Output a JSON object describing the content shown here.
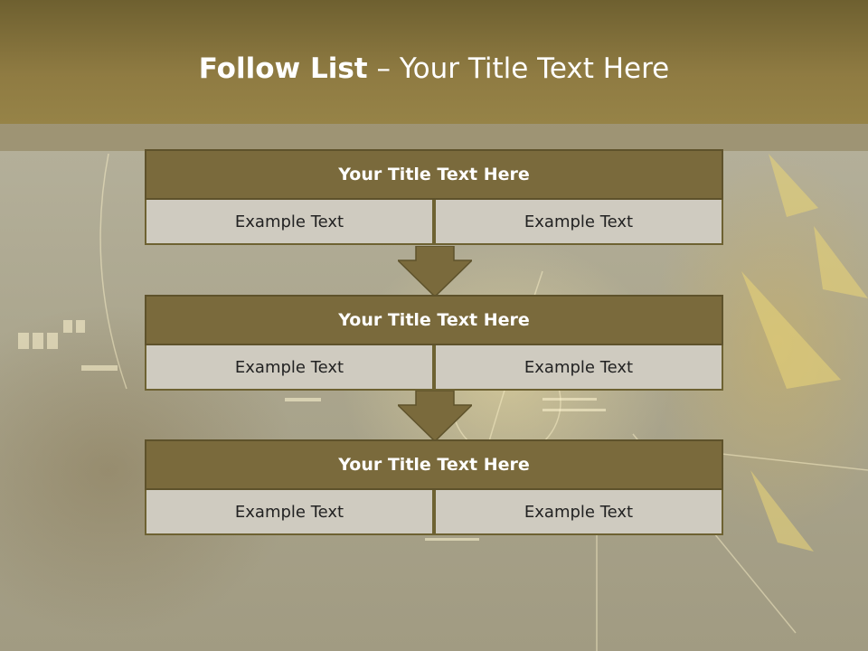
{
  "slide": {
    "title_bold": "Follow List",
    "title_rest": " – Your Title Text Here"
  },
  "steps": [
    {
      "title": "Your Title Text Here",
      "left": "Example Text",
      "right": "Example Text"
    },
    {
      "title": "Your Title Text Here",
      "left": "Example Text",
      "right": "Example Text"
    },
    {
      "title": "Your Title Text Here",
      "left": "Example Text",
      "right": "Example Text"
    }
  ],
  "colors": {
    "header": "#8f7b42",
    "box_title": "#7a6a3c",
    "box_cell": "#cfcbc0",
    "arrow": "#7a6a3c"
  }
}
